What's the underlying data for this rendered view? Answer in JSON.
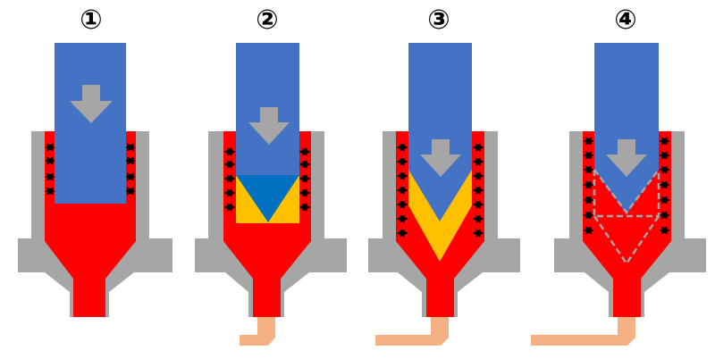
{
  "steps": [
    {
      "label": "①",
      "melt_fill": "none",
      "dashed_outline": false,
      "extrudate": "none"
    },
    {
      "label": "②",
      "melt_fill": "triangle",
      "dashed_outline": false,
      "extrudate": "short"
    },
    {
      "label": "③",
      "melt_fill": "chevron",
      "dashed_outline": false,
      "extrudate": "medium"
    },
    {
      "label": "④",
      "melt_fill": "none",
      "dashed_outline": true,
      "extrudate": "long"
    }
  ],
  "colors": {
    "nozzle_body": "#a6a6a6",
    "melt": "#ff0000",
    "filament": "#4472c4",
    "filament_tip": "#0070c0",
    "solid_melt": "#ffc000",
    "push_arrow": "#a6a6a6",
    "extrudate": "#f4b183",
    "pressure_arrow": "#000000",
    "dashed_outline": "#a6a6a6"
  },
  "icons": {
    "push": "down-arrow-icon",
    "pressure": "double-headed-arrow-icon"
  }
}
